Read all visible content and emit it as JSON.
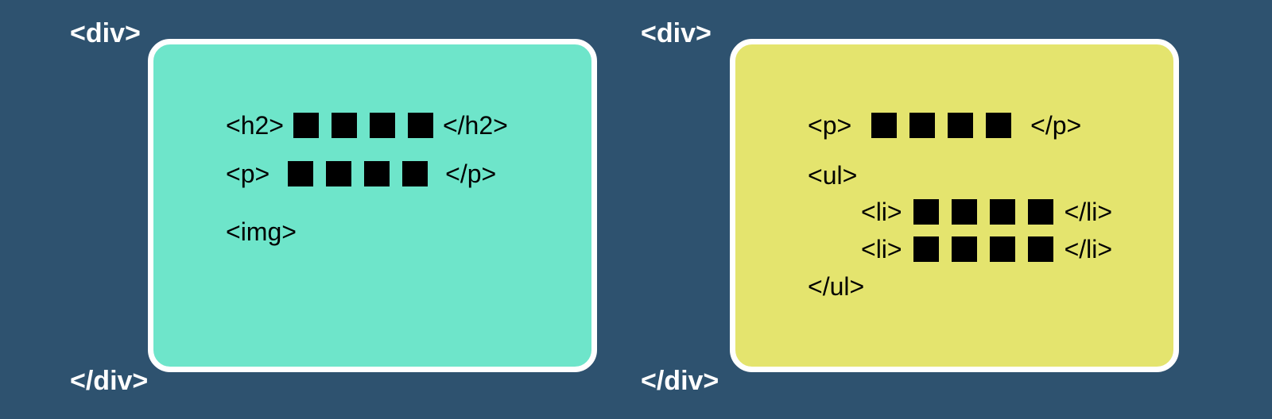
{
  "colors": {
    "background": "#2e526f",
    "left_box_fill": "#6ee5ca",
    "right_box_fill": "#e4e46e",
    "border": "#ffffff",
    "text": "#000000",
    "label_text": "#ffffff"
  },
  "left": {
    "open_tag": "<div>",
    "close_tag": "</div>",
    "lines": {
      "h2_open": "<h2>",
      "h2_close": "</h2>",
      "p_open": "<p>",
      "p_close": "</p>",
      "img": "<img>"
    },
    "placeholder_blocks_per_line": 4
  },
  "right": {
    "open_tag": "<div>",
    "close_tag": "</div>",
    "lines": {
      "p_open": "<p>",
      "p_close": "</p>",
      "ul_open": "<ul>",
      "li1_open": "<li>",
      "li1_close": "</li>",
      "li2_open": "<li>",
      "li2_close": "</li>",
      "ul_close": "</ul>"
    },
    "placeholder_blocks_per_line": 4
  }
}
